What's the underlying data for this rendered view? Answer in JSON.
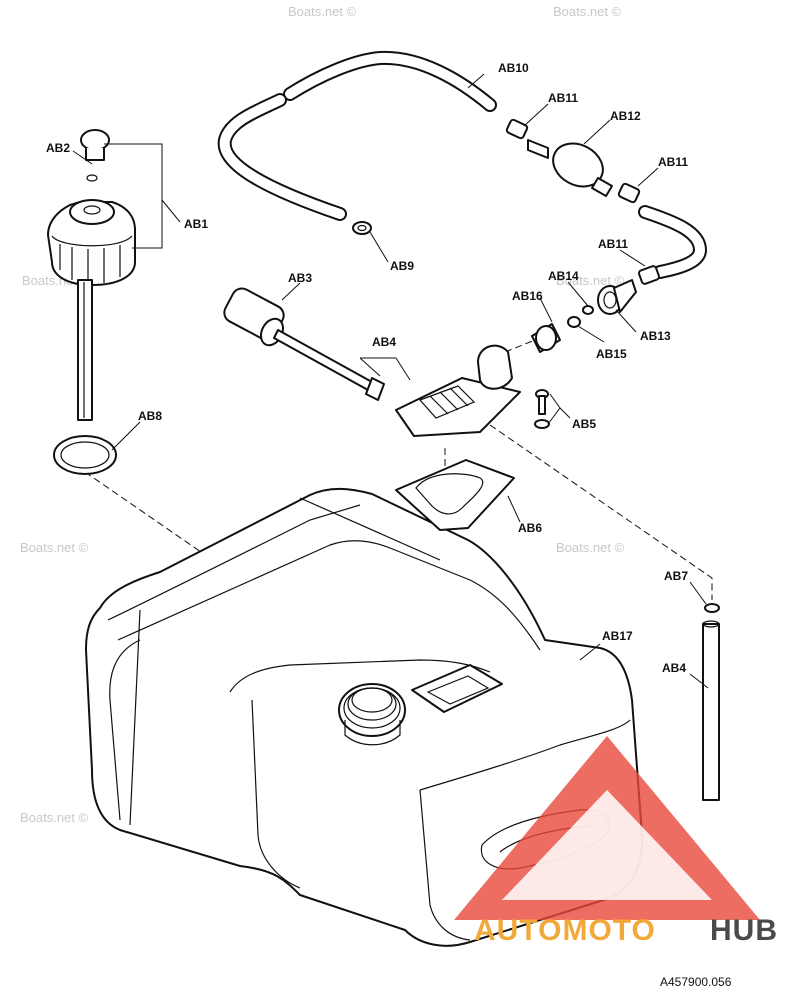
{
  "labels": {
    "AB1": "AB1",
    "AB2": "AB2",
    "AB3": "AB3",
    "AB4": "AB4",
    "AB4b": "AB4",
    "AB5": "AB5",
    "AB6": "AB6",
    "AB7": "AB7",
    "AB8": "AB8",
    "AB9": "AB9",
    "AB10": "AB10",
    "AB11a": "AB11",
    "AB11b": "AB11",
    "AB11c": "AB11",
    "AB12": "AB12",
    "AB13": "AB13",
    "AB14": "AB14",
    "AB15": "AB15",
    "AB16": "AB16",
    "AB17": "AB17"
  },
  "watermark": "Boats.net ©",
  "drawing_code": "A457900.056",
  "brand": {
    "part1": "AUTOMOTO",
    "part2": "HUB"
  },
  "colors": {
    "logo_red": "#e8493b",
    "logo_orange": "#f2a93b",
    "logo_gray": "#4a4a4a",
    "watermark": "#c8c8c8"
  }
}
